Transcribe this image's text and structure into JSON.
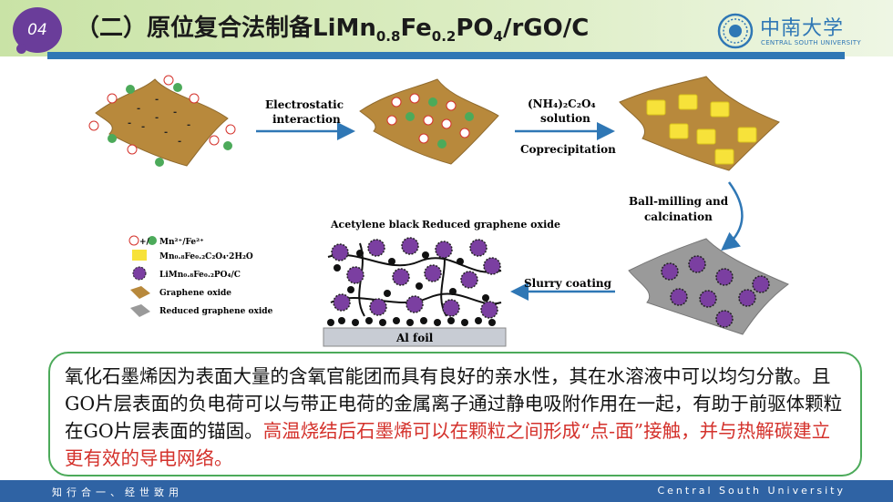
{
  "header": {
    "badge": "04",
    "title_prefix": "（二）原位复合法制备LiMn",
    "sub1": "0.8",
    "title_mid1": "Fe",
    "sub2": "0.2",
    "title_mid2": "PO",
    "sub3": "4",
    "title_suffix": "/rGO/C"
  },
  "logo": {
    "cn": "中南大学",
    "en": "CENTRAL SOUTH UNIVERSITY",
    "accent": "#2f77b5"
  },
  "diagram": {
    "step1_line1": "Electrostatic",
    "step1_line2": "interaction",
    "step2_reagent": "(NH₄)₂C₂O₄",
    "step2_line2": "solution",
    "step2_below": "Coprecipitation",
    "step3_line1": "Ball-milling and",
    "step3_line2": "calcination",
    "step4": "Slurry coating",
    "label_acetylene": "Acetylene black",
    "label_rgo": "Reduced graphene oxide",
    "label_foil": "Al foil",
    "legend": [
      {
        "icon": "plus-minus-ion-icon",
        "text": "Mn²⁺/Fe²⁺"
      },
      {
        "icon": "yellow-square-icon",
        "text": "Mn₀.₈Fe₀.₂C₂O₄·2H₂O"
      },
      {
        "icon": "purple-particle-icon",
        "text": "LiMn₀.₈Fe₀.₂PO₄/C"
      },
      {
        "icon": "graphene-oxide-sheet-icon",
        "text": "Graphene oxide"
      },
      {
        "icon": "rgo-sheet-icon",
        "text": "Reduced graphene oxide"
      }
    ],
    "legend_plus": "+/",
    "colors": {
      "go": "#b8893c",
      "rgo": "#9a9a9a",
      "particle": "#7b3fa1",
      "arrow": "#2f77b5",
      "crystal": "#f7e23a"
    }
  },
  "text": {
    "para_black": "氧化石墨烯因为表面大量的含氧官能团而具有良好的亲水性，其在水溶液中可以均匀分散。且GO片层表面的负电荷可以与带正电荷的金属离子通过静电吸附作用在一起，有助于前驱体颗粒在GO片层表面的锚固。",
    "para_red": "高温烧结后石墨烯可以在颗粒之间形成“点-面”接触，并与热解碳建立更有效的导电网络。"
  },
  "footer": {
    "left": "知行合一、经世致用",
    "right": "Central South University"
  }
}
